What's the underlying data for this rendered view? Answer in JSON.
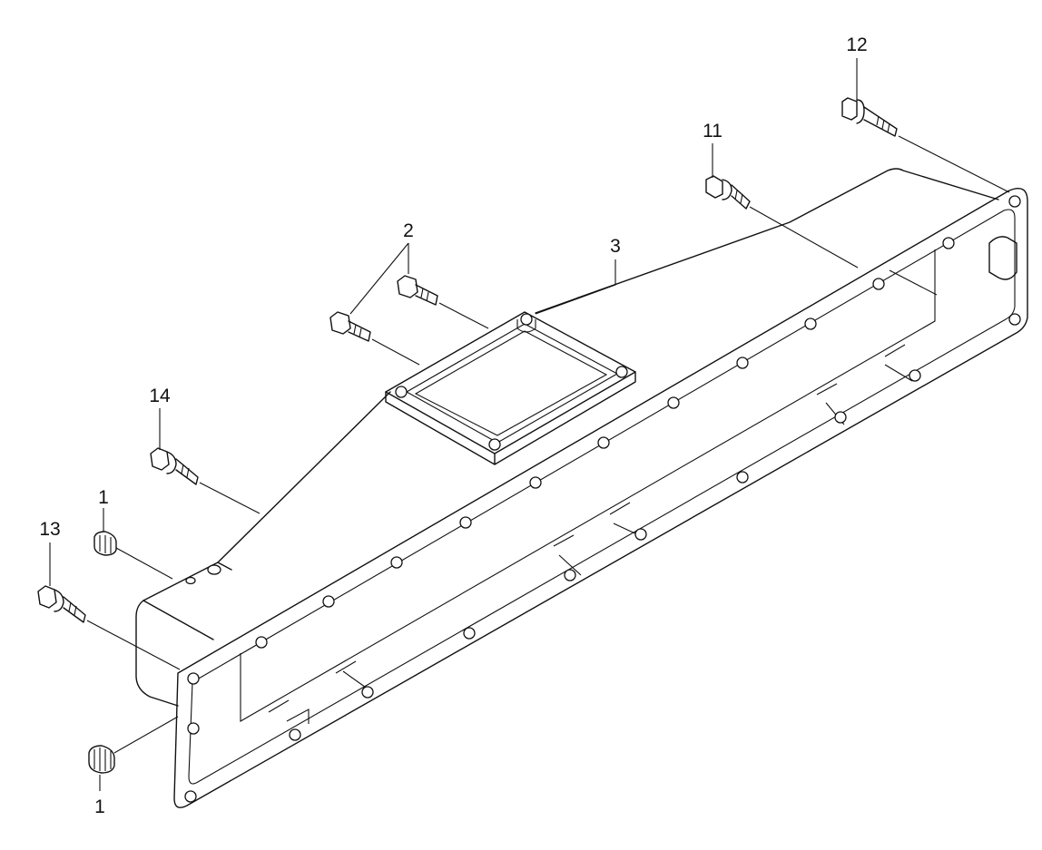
{
  "callouts": [
    {
      "id": "label-1-top",
      "text": "1"
    },
    {
      "id": "label-1-bottom",
      "text": "1"
    },
    {
      "id": "label-2",
      "text": "2"
    },
    {
      "id": "label-3",
      "text": "3"
    },
    {
      "id": "label-11",
      "text": "11"
    },
    {
      "id": "label-12",
      "text": "12"
    },
    {
      "id": "label-13",
      "text": "13"
    },
    {
      "id": "label-14",
      "text": "14"
    }
  ],
  "colors": {
    "line": "#111111",
    "background": "#ffffff"
  }
}
